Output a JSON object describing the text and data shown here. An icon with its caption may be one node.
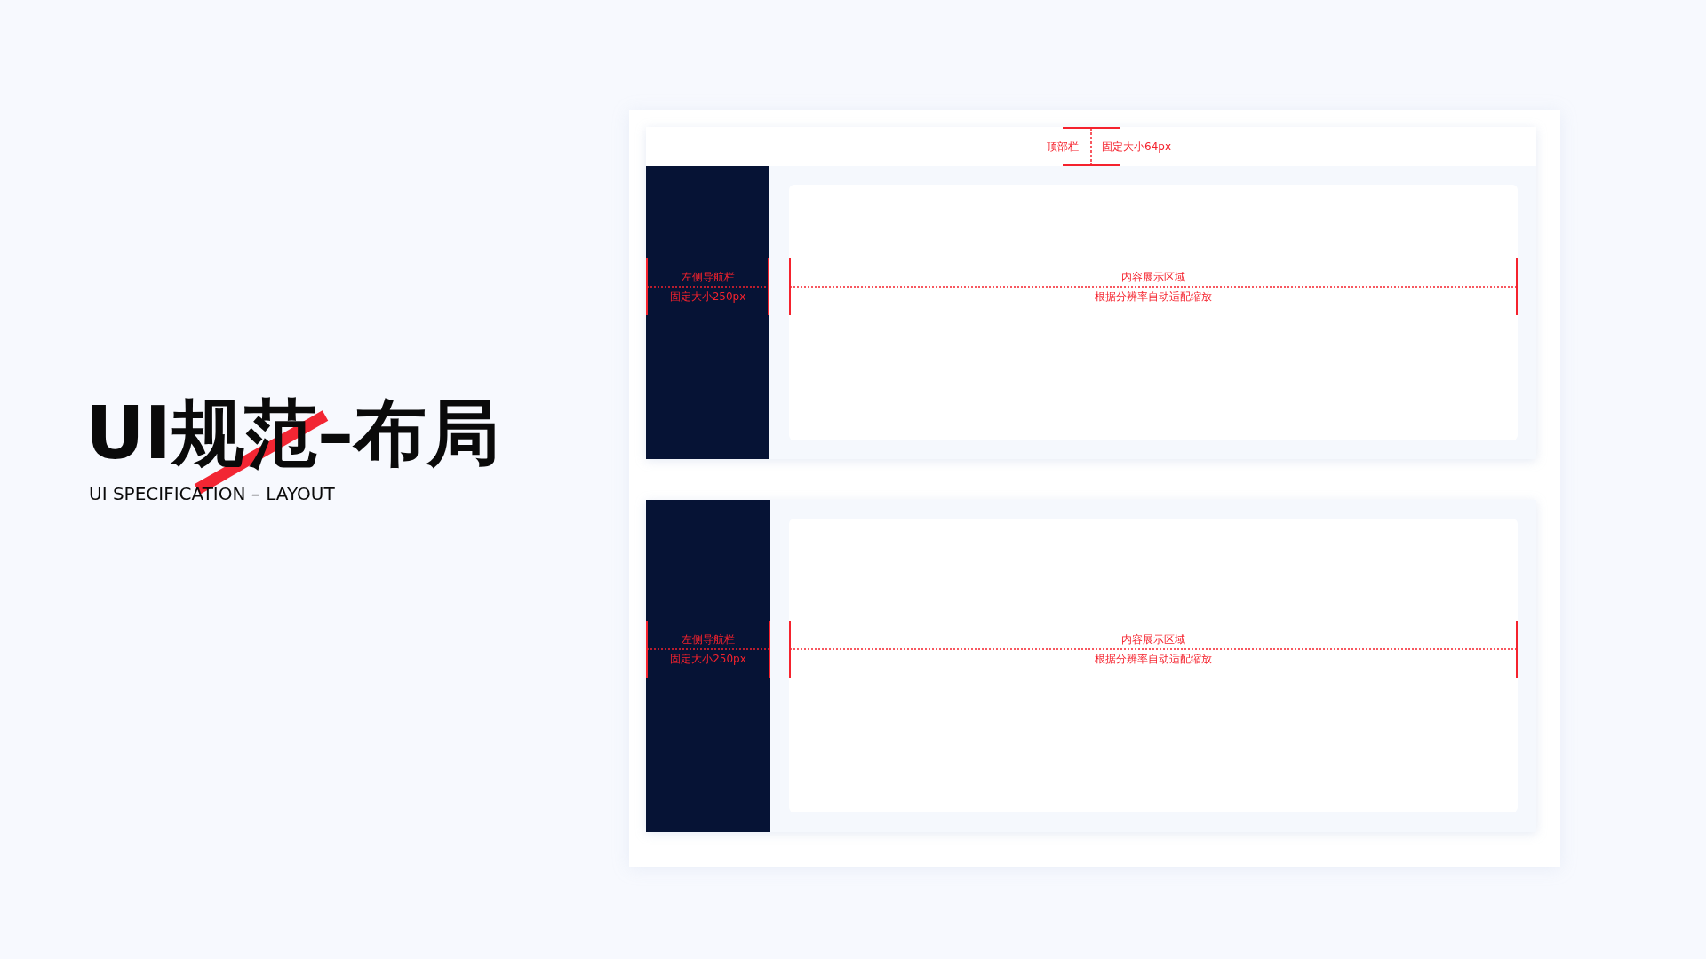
{
  "diagram": {
    "title": "UI规范–布局",
    "nodes": [
      {
        "text": [
          "顶部栏",
          "固定大小64px"
        ]
      },
      {
        "text": [
          "左侧导航栏",
          "固定大小250px"
        ]
      },
      {
        "text": [
          "内容展示区域",
          "根据分辨率自动适配缩放"
        ]
      },
      {
        "text": [
          "左侧导航栏",
          "固定大小250px"
        ]
      },
      {
        "text": [
          "内容展示区域",
          "根据分辨率自动适配缩放"
        ]
      }
    ],
    "labels": [
      "UI SPECIFICATION – LAYOUT"
    ]
  }
}
